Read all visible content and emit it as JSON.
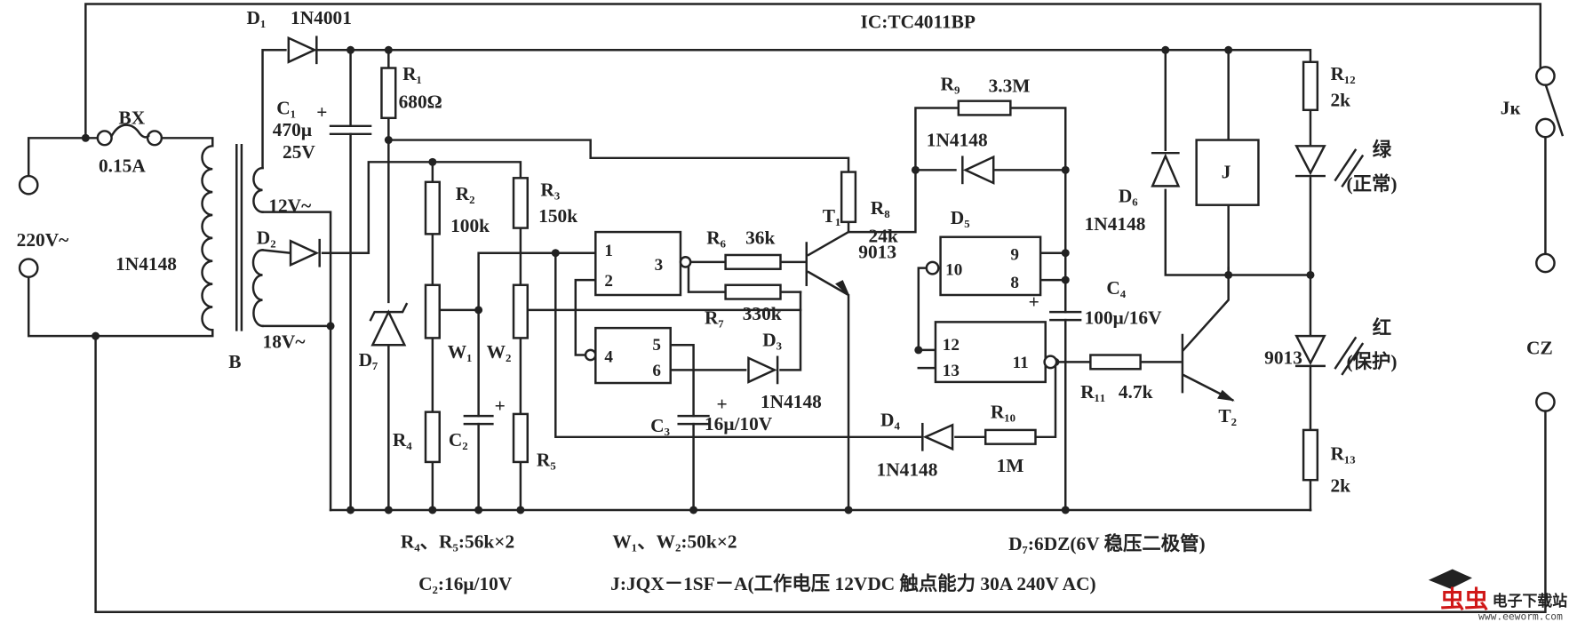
{
  "title": "IC:TC4011BP",
  "labels": {
    "d1": "D₁",
    "d1_part": "1N4001",
    "bx": "BX",
    "bx_rating": "0.15A",
    "c1": "C₁",
    "c1_cap": "470μ",
    "c1_volt": "25V",
    "r1": "R₁",
    "r1_val": "680Ω",
    "mains": "220V~",
    "primary_note": "1N4148",
    "sec12": "12V~",
    "d2": "D₂",
    "sec18": "18V~",
    "transformer": "B",
    "r2": "R₂",
    "r2_val": "100k",
    "r3": "R₃",
    "r3_val": "150k",
    "w1": "W₁",
    "w2": "W₂",
    "d7": "D₇",
    "r4": "R₄",
    "c2": "C₂",
    "r5": "R₅",
    "pin1": "1",
    "pin2": "2",
    "pin3": "3",
    "pin4": "4",
    "pin5": "5",
    "pin6": "6",
    "pin8": "8",
    "pin9": "9",
    "pin10": "10",
    "pin11": "11",
    "pin12": "12",
    "pin13": "13",
    "r6": "R₆",
    "r6_val": "36k",
    "r7": "R₇",
    "r7_val": "330k",
    "d3": "D₃",
    "d3_part": "1N4148",
    "c3": "C₃",
    "c3_val": "16μ/10V",
    "t1": "T₁",
    "t1_part": "9013",
    "r8": "R₈",
    "r8_val": "24k",
    "r9": "R₉",
    "r9_val": "3.3M",
    "d5_part": "1N4148",
    "d5": "D₅",
    "c4": "C₄",
    "c4_val": "100μ/16V",
    "d4": "D₄",
    "d4_part": "1N4148",
    "r10": "R₁₀",
    "r10_val": "1M",
    "r11": "R₁₁",
    "r11_val": "4.7k",
    "t2": "T₂",
    "t2_part": "9013",
    "d6": "D₆",
    "d6_part": "1N4148",
    "relay": "J",
    "r12": "R₁₂",
    "r12_val": "2k",
    "led_green": "绿",
    "led_green_note": "(正常)",
    "led_red": "红",
    "led_red_note": "(保护)",
    "r13": "R₁₃",
    "r13_val": "2k",
    "jk": "Jĸ",
    "cz": "CZ"
  },
  "notes": {
    "r4r5": "R₄、R₅:56k×2",
    "w1w2": "W₁、W₂:50k×2",
    "d7": "D₇:6DZ(6V 稳压二极管)",
    "c2": "C₂:16μ/10V",
    "relay": "J:JQX－1SF－A(工作电压 12VDC 触点能力 30A  240V  AC)"
  },
  "watermark": {
    "name": "电子下载站",
    "url": "www.eeworm.com",
    "color": "#d01818"
  }
}
